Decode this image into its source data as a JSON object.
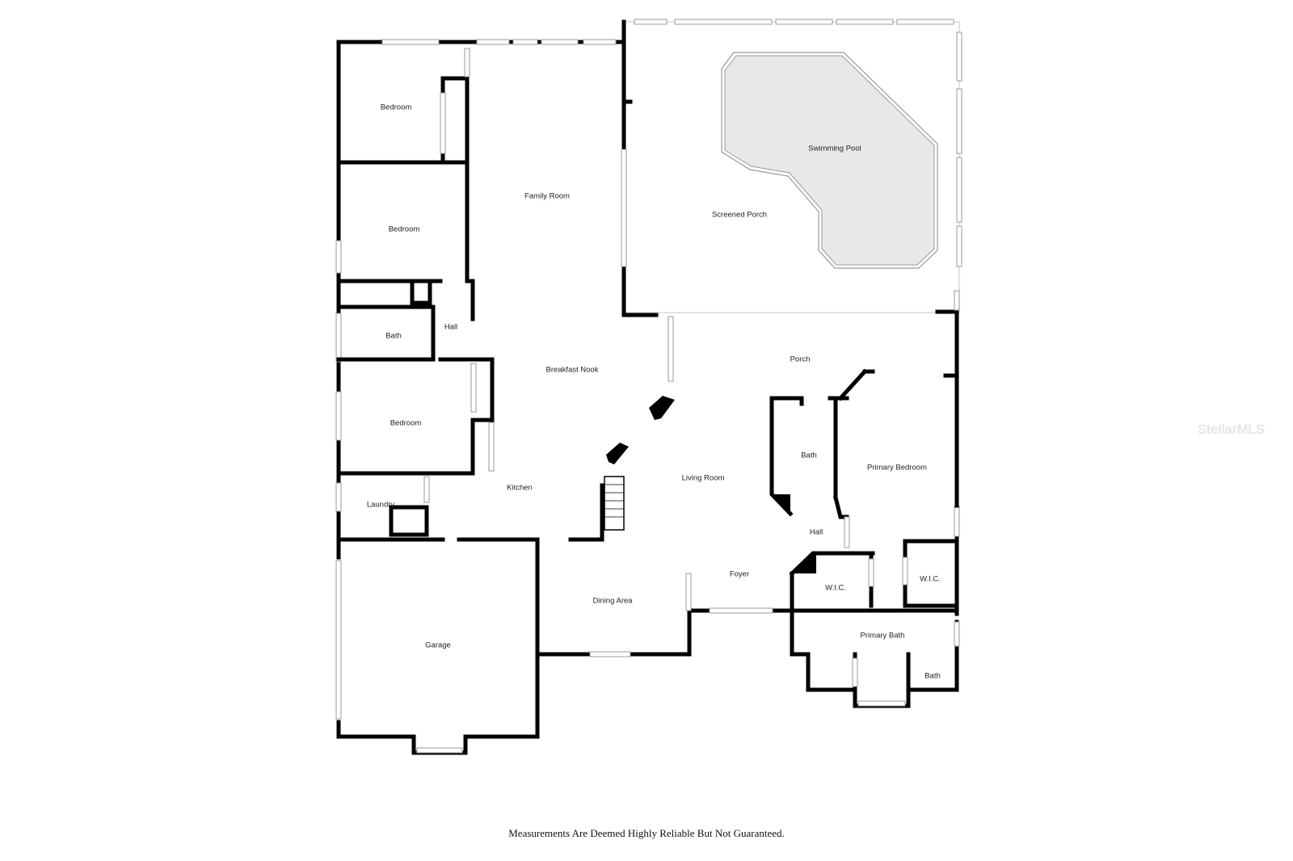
{
  "rooms": {
    "bedroom_1": "Bedroom",
    "bedroom_2": "Bedroom",
    "bedroom_3": "Bedroom",
    "family_room": "Family Room",
    "screened_porch": "Screened Porch",
    "swimming_pool": "Swimming Pool",
    "bath_1": "Bath",
    "hall_1": "Hall",
    "breakfast_nook": "Breakfast Nook",
    "porch": "Porch",
    "bath_2": "Bath",
    "primary_bedroom": "Primary Bedroom",
    "kitchen": "Kitchen",
    "laundry": "Laundry",
    "living_room": "Living Room",
    "hall_2": "Hall",
    "foyer": "Foyer",
    "wic_1": "W.I.C.",
    "wic_2": "W.I.C.",
    "dining_area": "Dining Area",
    "primary_bath": "Primary Bath",
    "garage": "Garage",
    "bath_3": "Bath"
  },
  "disclaimer": "Measurements Are Deemed Highly Reliable But Not Guaranteed.",
  "watermark": "StellarMLS",
  "colors": {
    "wall": "#000000",
    "pool_fill": "#e8e8e8",
    "background": "#ffffff"
  }
}
